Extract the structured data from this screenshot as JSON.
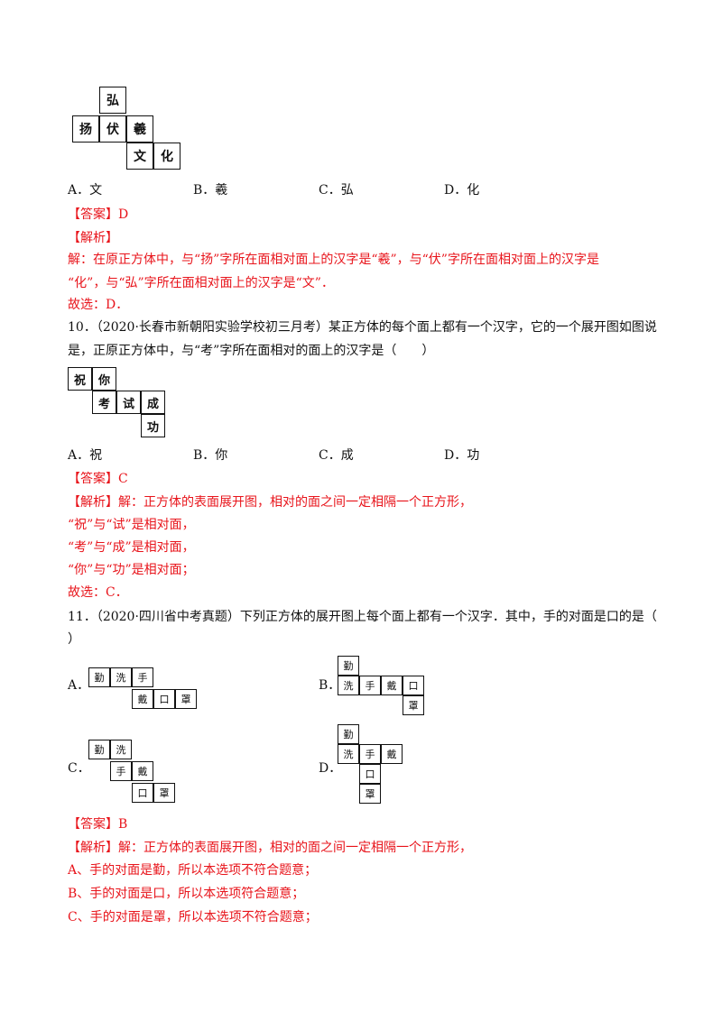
{
  "q9": {
    "net": [
      "弘",
      "扬",
      "伏",
      "羲",
      "文",
      "化"
    ],
    "options": [
      "A．文",
      "B．羲",
      "C．弘",
      "D．化"
    ],
    "answer_label": "【答案】",
    "answer": "D",
    "analysis_label": "【解析】",
    "explain_1": "解：在原正方体中，与“扬”字所在面相对面上的汉字是“羲”，与“伏”字所在面相对面上的汉字是",
    "explain_2": "“化”，与“弘”字所在面相对面上的汉字是“文”．",
    "conclusion": "故选：D．"
  },
  "q10": {
    "question_1": "10．（2020·长春市新朝阳实验学校初三月考）某正方体的每个面上都有一个汉字，它的一个展开图如图说",
    "question_2": "是，正原正方体中，与“考”字所在面相对的面上的汉字是（　　）",
    "net": [
      "祝",
      "你",
      "考",
      "试",
      "成",
      "功"
    ],
    "options": [
      "A．祝",
      "B．你",
      "C．成",
      "D．功"
    ],
    "answer_label": "【答案】",
    "answer": "C",
    "analysis_label": "【解析】",
    "explain_1": "解：正方体的表面展开图，相对的面之间一定相隔一个正方形，",
    "explain_2": "“祝”与“试”是相对面，",
    "explain_3": "“考”与“成”是相对面，",
    "explain_4": "“你”与“功”是相对面；",
    "conclusion": "故选：C．"
  },
  "q11": {
    "question_1": "11．（2020·四川省中考真题）下列正方体的展开图上每个面上都有一个汉字．其中，手的对面是口的是（",
    "question_2": "）",
    "opt_a": {
      "letter": "A．",
      "cells": [
        "勤",
        "洗",
        "手",
        "戴",
        "口",
        "罩"
      ]
    },
    "opt_b": {
      "letter": "B．",
      "cells": [
        "勤",
        "洗",
        "手",
        "戴",
        "口",
        "罩"
      ]
    },
    "opt_c": {
      "letter": "C．",
      "cells": [
        "勤",
        "洗",
        "手",
        "戴",
        "口",
        "罩"
      ]
    },
    "opt_d": {
      "letter": "D．",
      "cells": [
        "勤",
        "洗",
        "手",
        "戴",
        "口",
        "罩"
      ]
    },
    "answer_label": "【答案】",
    "answer": "B",
    "analysis_label": "【解析】",
    "explain_1": "解：正方体的表面展开图，相对的面之间一定相隔一个正方形，",
    "explain_2": "A、手的对面是勤，所以本选项不符合题意；",
    "explain_3": "B、手的对面是口，所以本选项符合题意；",
    "explain_4": "C、手的对面是罩，所以本选项不符合题意；"
  }
}
